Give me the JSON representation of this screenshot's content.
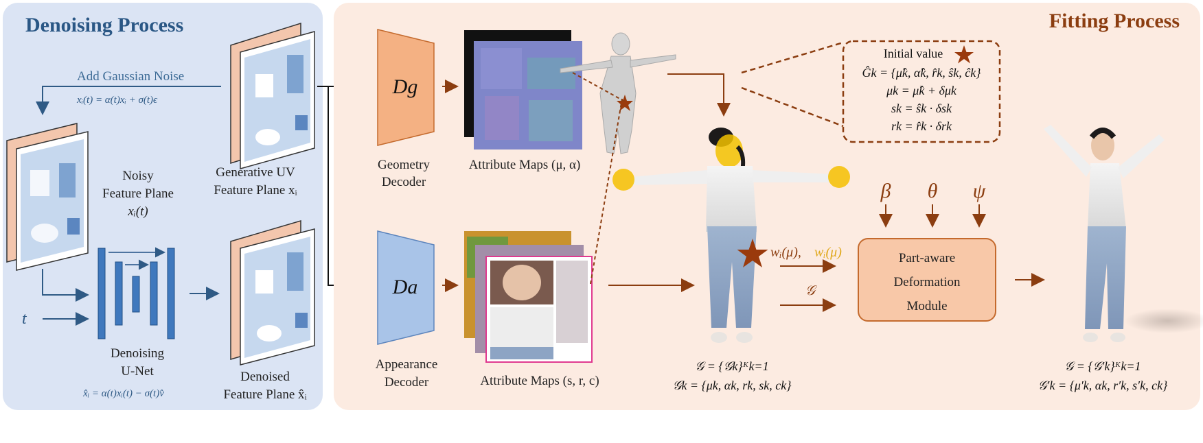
{
  "denoising": {
    "title": "Denoising Process",
    "add_noise_label": "Add Gaussian Noise",
    "noise_eq": "xᵢ(t) = α(t)xᵢ + σ(t)ϵ",
    "noisy_label_1": "Noisy",
    "noisy_label_2": "Feature Plane",
    "noisy_label_3": "xᵢ(t)",
    "gen_label_1": "Generative UV",
    "gen_label_2": "Feature Plane xᵢ",
    "t_label": "t",
    "unet_label_1": "Denoising",
    "unet_label_2": "U-Net",
    "denoise_eq": "x̂ᵢ = α(t)xᵢ(t) − σ(t)v̂",
    "denoised_label_1": "Denoised",
    "denoised_label_2": "Feature Plane x̂ᵢ"
  },
  "fitting": {
    "title": "Fitting Process",
    "dg_symbol": "Dg",
    "dg_label_1": "Geometry",
    "dg_label_2": "Decoder",
    "da_symbol": "Da",
    "da_label_1": "Appearance",
    "da_label_2": "Decoder",
    "attr_geo_label": "Attribute Maps (μ, α)",
    "attr_app_label": "Attribute Maps (s, r, c)",
    "init_title": "Initial value",
    "init_eq_1": "Ĝk = {μ̂k, α̂k, r̂k, ŝk, ĉk}",
    "init_eq_2": "μk = μ̂k + δμk",
    "init_eq_3": "sk = ŝk · δsk",
    "init_eq_4": "rk = r̂k · δrk",
    "beta": "β",
    "theta": "θ",
    "psi": "ψ",
    "weights_label_a": "wᵢ(μ),",
    "weights_label_b": "wᵢ(μ)",
    "g_label": "𝒢",
    "module_1": "Part-aware",
    "module_2": "Deformation",
    "module_3": "Module",
    "g_set": "𝒢 = {𝒢k}ᴷk=1",
    "g_k": "𝒢k = {μk, αk, rk, sk, ck}",
    "g_set_prime": "𝒢 = {𝒢′k}ᴷk=1",
    "g_k_prime": "𝒢′k = {μ′k, αk, r′k, s′k, ck}"
  },
  "colors": {
    "blue_panel": "#dbe4f4",
    "peach_panel": "#fcebe1",
    "blue_title": "#2a5785",
    "brown_title": "#8b3d10",
    "decoder_orange": "#f4b183",
    "decoder_blue": "#a9c4e8",
    "module_fill": "#f8c8a8",
    "unet_blue": "#3f78bd",
    "star": "#9a3a0c"
  }
}
